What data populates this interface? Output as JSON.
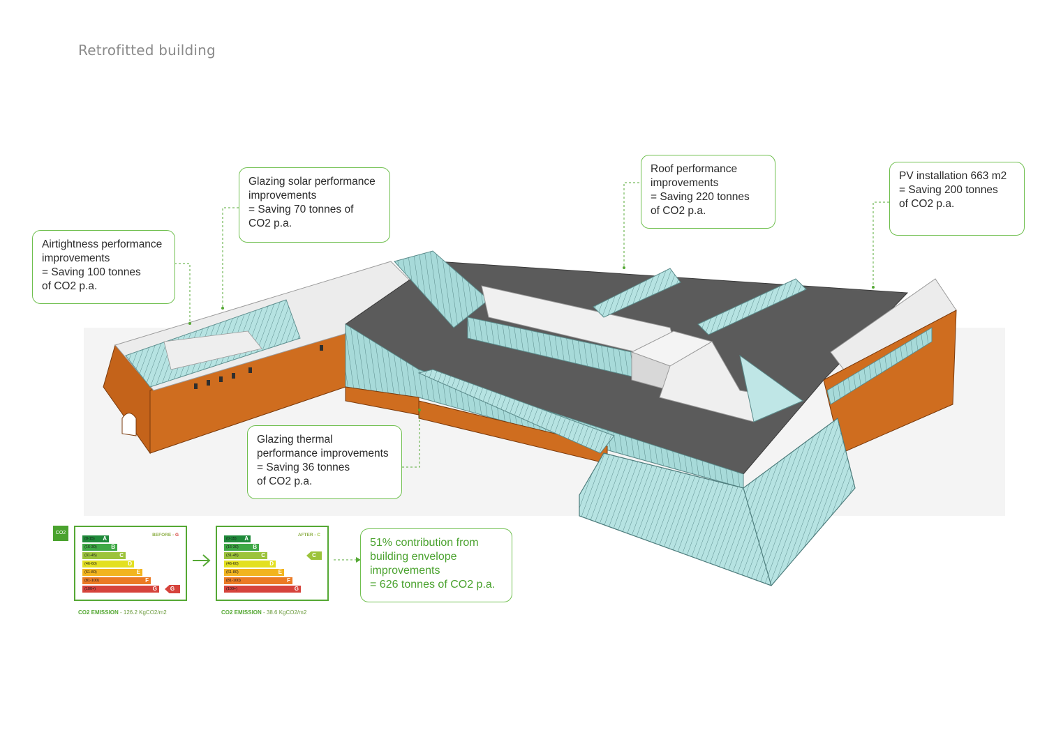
{
  "page": {
    "title": "Retrofitted building"
  },
  "callouts": {
    "airtightness": "Airtightness performance\nimprovements\n= Saving 100 tonnes\nof CO2 p.a.",
    "glazing_solar": "Glazing solar performance\nimprovements\n= Saving 70 tonnes of\nCO2 p.a.",
    "roof": "Roof performance\nimprovements\n= Saving 220 tonnes\nof CO2 p.a.",
    "pv": "PV installation 663 m2\n= Saving 200 tonnes\nof CO2 p.a.",
    "glazing_thermal": "Glazing thermal\nperformance improvements\n= Saving 36 tonnes\nof CO2 p.a.",
    "summary": "51% contribution from\nbuilding envelope\nimprovements\n= 626 tonnes of CO2 p.a."
  },
  "badge": {
    "text": "CO2"
  },
  "energy_labels": {
    "bands": [
      {
        "range": "(0-15)",
        "letter": "A",
        "color": "#1f8a3a"
      },
      {
        "range": "(16-30)",
        "letter": "B",
        "color": "#3ea845"
      },
      {
        "range": "(31-45)",
        "letter": "C",
        "color": "#9cc33b"
      },
      {
        "range": "(46-60)",
        "letter": "D",
        "color": "#e3e021"
      },
      {
        "range": "(61-80)",
        "letter": "E",
        "color": "#f2b41f"
      },
      {
        "range": "(81-100)",
        "letter": "F",
        "color": "#eb7a24"
      },
      {
        "range": "(100+)",
        "letter": "G",
        "color": "#d6433c"
      }
    ],
    "before": {
      "state": "BEFORE - ",
      "grade": "G",
      "caption_label": "CO2 EMISSION",
      "caption_value": " - 126.2 KgCO2/m2"
    },
    "after": {
      "state": "AFTER - ",
      "grade": "C",
      "caption_label": "CO2 EMISSION",
      "caption_value": " - 38.6 KgCO2/m2"
    }
  },
  "colors": {
    "accent_green": "#55a834",
    "brick": "#c4631a",
    "roof": "#5b5b5b",
    "glass": "#a9dcdc",
    "white_roof": "#eeeeee"
  }
}
